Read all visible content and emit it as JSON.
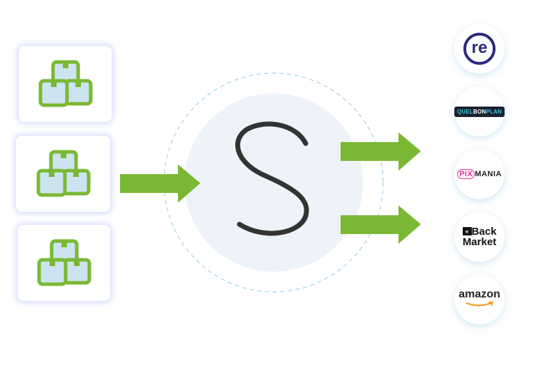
{
  "sources": [
    {
      "icon": "stacked-boxes-icon"
    },
    {
      "icon": "stacked-boxes-icon"
    },
    {
      "icon": "stacked-boxes-icon"
    }
  ],
  "hub": {
    "logo_letter": "S"
  },
  "marketplaces": {
    "re": "re",
    "quelbonplan": {
      "part1": "QUEL",
      "part2": "BON",
      "part3": "PLAN"
    },
    "pixmania": {
      "part1": "PIX",
      "part2": "MANIA"
    },
    "backmarket": {
      "line1": "Back",
      "line2": "Market",
      "mark": "«"
    },
    "amazon": "amazon"
  },
  "colors": {
    "arrow": "#7ab833",
    "box_fill": "#cce4f0",
    "hub_bg": "#edf3f9",
    "dash": "#a8d4ec",
    "re": "#2e2a7a"
  }
}
